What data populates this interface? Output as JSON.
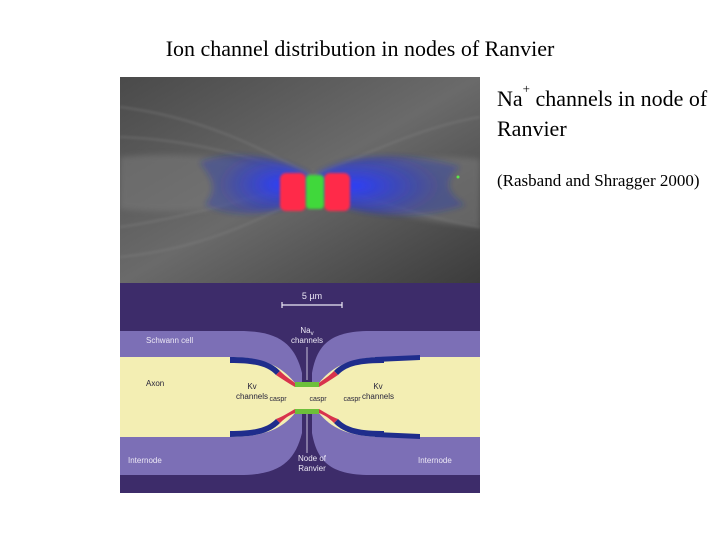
{
  "title": "Ion channel distribution in nodes of Ranvier",
  "caption": {
    "main_prefix": "Na",
    "main_superscript": "+",
    "main_rest": " channels in node of Ranvier",
    "reference": "(Rasband and Shragger 2000)"
  },
  "figure": {
    "scale_bar": "5 µm",
    "labels": {
      "na_channels_line1": "Na",
      "na_channels_subscript": "v",
      "na_channels_line2": "channels",
      "schwann_cell": "Schwann cell",
      "axon": "Axon",
      "kv_left_line1": "Kv",
      "kv_left_line2": "channels",
      "kv_right_line1": "Kv",
      "kv_right_line2": "channels",
      "caspr_left": "caspr",
      "caspr_mid": "caspr",
      "caspr_right": "caspr",
      "internode_left": "Internode",
      "internode_right": "Internode",
      "node_line1": "Node of",
      "node_line2": "Ranvier"
    },
    "colors": {
      "background_purple": "#3d2c6a",
      "myelin": "#7c6fb6",
      "axon": "#f3eeb3",
      "kv_blue": "#1f2d8c",
      "caspr_red": "#d8334c",
      "na_green": "#6dbf3a"
    }
  }
}
